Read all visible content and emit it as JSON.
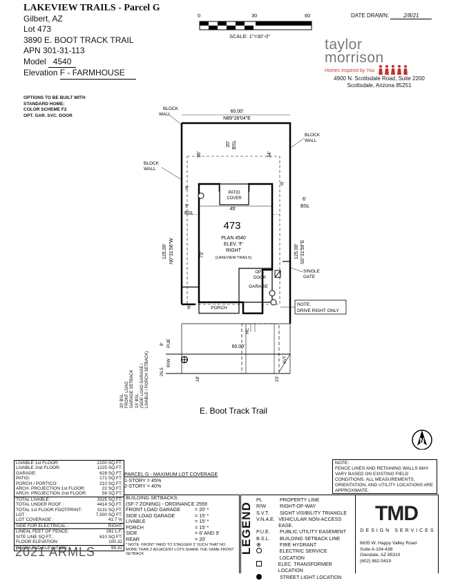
{
  "header": {
    "title": "LAKEVIEW TRAILS - Parcel G",
    "city": "Gilbert, AZ",
    "lot_label": "Lot",
    "lot": "473",
    "address": "3890 E. BOOT TRACK TRAIL",
    "apn_label": "APN",
    "apn": "301-31-113",
    "model_label": "Model",
    "model": "4540",
    "elevation_label": "Elevation",
    "elevation": "F - FARMHOUSE"
  },
  "options": [
    "OPTIONS TO BE BUILT WITH",
    "STANDARD HOME:",
    "COLOR SCHEME F2",
    "OPT. GAR. SVC. DOOR"
  ],
  "scale": {
    "ticks": [
      "0",
      "30",
      "60"
    ],
    "label": "SCALE:  1\"=30'-0\""
  },
  "date": {
    "label": "DATE DRAWN:",
    "value": "2/8/21"
  },
  "builder": {
    "name": "taylor morrison",
    "tagline": "Homes Inspired by You",
    "address1": "4900 N. Scottsdale Road, Suite 2200",
    "address2": "Scottsdale, Arizona 85251"
  },
  "plot": {
    "block_wall_tl": "BLOCK\nWALL",
    "block_wall_r": "BLOCK\nWALL",
    "block_wall_l": "BLOCK\nWALL",
    "top_dim": "60.00'",
    "top_bearing": "N89°28'04\"E",
    "rear_bsl_20": "20'",
    "bsl": "BSL",
    "d36": "36'",
    "d34": "34'",
    "d9a": "9'",
    "d9b": "9'",
    "d6a": "6'",
    "d6b": "6'",
    "d45": "45'",
    "d73": "73'",
    "patio": "PATIO\nCOVER",
    "lot_num": "473",
    "plan": "PLAN 4540",
    "elev": "ELEV. 'F'",
    "right": "RIGHT",
    "community": "(LAKEVIEW TRAILS)",
    "left_dim": "125.00'",
    "left_bearing": "N0°31'56\"W",
    "right_dim": "125.00'",
    "right_bearing": "S0°31'56\"E",
    "opt_door": "OPT.\nDOOR",
    "garage": "GARAGE",
    "single_gate": "SINGLE\nGATE",
    "porch": "PORCH",
    "d9c": "9'",
    "note": "NOTE:",
    "drive_right": "DRIVE RIGHT ONLY",
    "hc": "HC",
    "pue": "PUE",
    "d8": "8'",
    "bottom_dim": "60.00'",
    "svt": "SVT",
    "rw": "R/W",
    "d26": "26.5",
    "d18": "18'",
    "d23": "23'",
    "fl_bsl": "20' BSL\nFRONT LOAD\nGARAGE SETBACK",
    "sl_bsl": "15' BSL\n(SIDE LOAD GARAGE /\nLIVABLE / PORCH SETBACK)",
    "street": "E. Boot Track Trail",
    "north": "N"
  },
  "stats": [
    {
      "k": "LIVABLE 1st FLOOR:",
      "v": "2100 SQ.FT."
    },
    {
      "k": "LIVABLE 2nd FLOOR:",
      "v": "1225 SQ.FT."
    },
    {
      "k": "GARAGE:",
      "v": "628 SQ.FT."
    },
    {
      "k": "PATIO:",
      "v": "171 SQ.FT."
    },
    {
      "k": "PORCH / PORTICO:",
      "v": "210 SQ.FT."
    },
    {
      "k": "ARCH. PROJECTION 1st FLOOR:",
      "v": "22 SQ.FT."
    },
    {
      "k": "ARCH. PROJECTION 2nd FLOOR:",
      "v": "58 SQ.FT."
    },
    {
      "k": "TOTAL LIVABLE :",
      "v": "3325 SQ.FT."
    },
    {
      "k": "TOTAL UNDER ROOF :",
      "v": "4414 SQ.FT."
    },
    {
      "k": "TOTAL 1st FLOOR FOOTPRINT:",
      "v": "3131 SQ.FT."
    },
    {
      "k": "LOT :",
      "v": "7,500 SQ.FT."
    },
    {
      "k": "LOT COVERAGE :",
      "v": "41.7 %"
    },
    {
      "k": "SIDE FOR ELECTRICAL -",
      "v": "RIGHT"
    },
    {
      "k": "LINEAL FEET OF FENCE:",
      "v": "261 L.F."
    },
    {
      "k": "SITE LINE SQ.FT.:",
      "v": "610 SQ.FT."
    },
    {
      "k": "FLOOR ELEVATION:",
      "v": "100.32"
    },
    {
      "k": "FINISH PAD ELEVATION:",
      "v": "99.32"
    }
  ],
  "coverage": {
    "title": "PARCEL G - MAXIMUM LOT COVERAGE",
    "one": "1-STORY = 45%",
    "two": "2-STORY = 40%"
  },
  "setbacks": {
    "title": "BUILDING SETBACKS:",
    "zoning": "(SF-7 ZONING) - ORDINANCE 2559",
    "rows": [
      {
        "k": "FRONT LOAD GARAGE",
        "v": "= 20' *"
      },
      {
        "k": "SIDE LOAD GARAGE",
        "v": "= 15' *"
      },
      {
        "k": "LIVABLE",
        "v": "= 15' *"
      },
      {
        "k": "PORCH",
        "v": "= 15' *"
      },
      {
        "k": "SIDE",
        "v": "= 6' AND 9'"
      },
      {
        "k": "REAR",
        "v": "= 20'"
      }
    ],
    "note": "* NOTE: FRONT YARD TO STAGGER 3' SUCH THAT NO MORE THAN 2 ADJACENT LOTS SHARE THE SAME FRONT SETBACK."
  },
  "legend": {
    "title": "LEGEND",
    "rows": [
      {
        "a": "PL",
        "b": "PROPERTY LINE"
      },
      {
        "a": "R/W",
        "b": "RIGHT-OF-WAY"
      },
      {
        "a": "S.V.T.",
        "b": "SIGHT VISIBILITY TRIANGLE"
      },
      {
        "a": "V.N.A.E.",
        "b": "VEHICULAR NON-ACCESS EASE."
      },
      {
        "a": "P.U.E.",
        "b": "PUBLIC UTILITY EASEMENT"
      },
      {
        "a": "B.S.L.",
        "b": "BUILDING SETBACK LINE"
      },
      {
        "a": "",
        "b": "FIRE HYDRANT"
      },
      {
        "a": "",
        "b": "ELECTRIC SERVICE LOCATION"
      },
      {
        "a": "",
        "b": "ELEC. TRANSFORMER LOCATION"
      },
      {
        "a": "",
        "b": "STREET LIGHT LOCATION"
      }
    ]
  },
  "note_box": "NOTE:\nFENCE LINES AND RETAINING WALLS MAY VARY BASED ON EXISTING FIELD CONDITIONS.  ALL MEASUREMENTS, ORIENTATION, AND UTILITY LOCATIONS ARE APPROXIMATE.",
  "tmd": {
    "logo": "TMD",
    "sub": "DESIGN SERVICES",
    "addr1": "6635 W. Happy Valley Road",
    "addr2": "Suite A-104-438",
    "addr3": "Glendale, AZ 85310",
    "phone": "(602) 882-5419"
  },
  "watermark": "2021 ARMLS"
}
